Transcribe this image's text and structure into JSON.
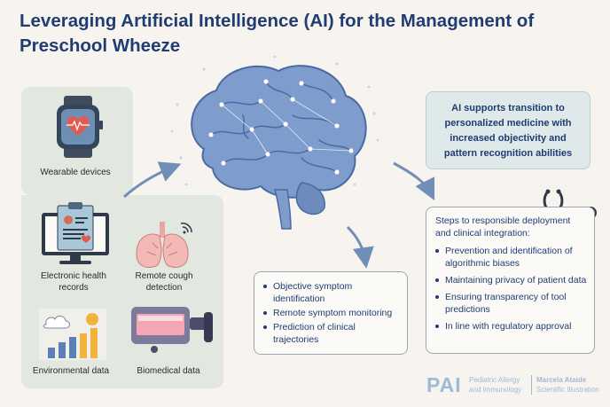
{
  "title": "Leveraging Artificial Intelligence (AI) for the Management of Preschool Wheeze",
  "sources": [
    {
      "label": "Wearable devices"
    },
    {
      "label": "Electronic health records"
    },
    {
      "label": "Remote cough detection"
    },
    {
      "label": "Environmental data"
    },
    {
      "label": "Biomedical data"
    }
  ],
  "callout": "AI supports transition to personalized medicine with increased objectivity and pattern recognition abilities",
  "outcomes": [
    "Objective symptom identification",
    "Remote symptom monitoring",
    "Prediction of clinical trajectories"
  ],
  "steps": {
    "heading": "Steps to responsible deployment and clinical integration:",
    "items": [
      "Prevention and identification of algorithmic biases",
      "Maintaining privacy of patient data",
      "Ensuring transparency of tool predictions",
      "In line with regulatory approval"
    ]
  },
  "footer": {
    "logo": "PAI",
    "journal_line1": "Pediatric Allergy",
    "journal_line2": "and Immunology",
    "author": "Marcela Ataide",
    "role": "Scientific Illustration"
  },
  "colors": {
    "accent": "#1f3c73",
    "brain": "#6f8fc4",
    "panel": "#e2e7df",
    "arrow": "#6f8fb8"
  }
}
